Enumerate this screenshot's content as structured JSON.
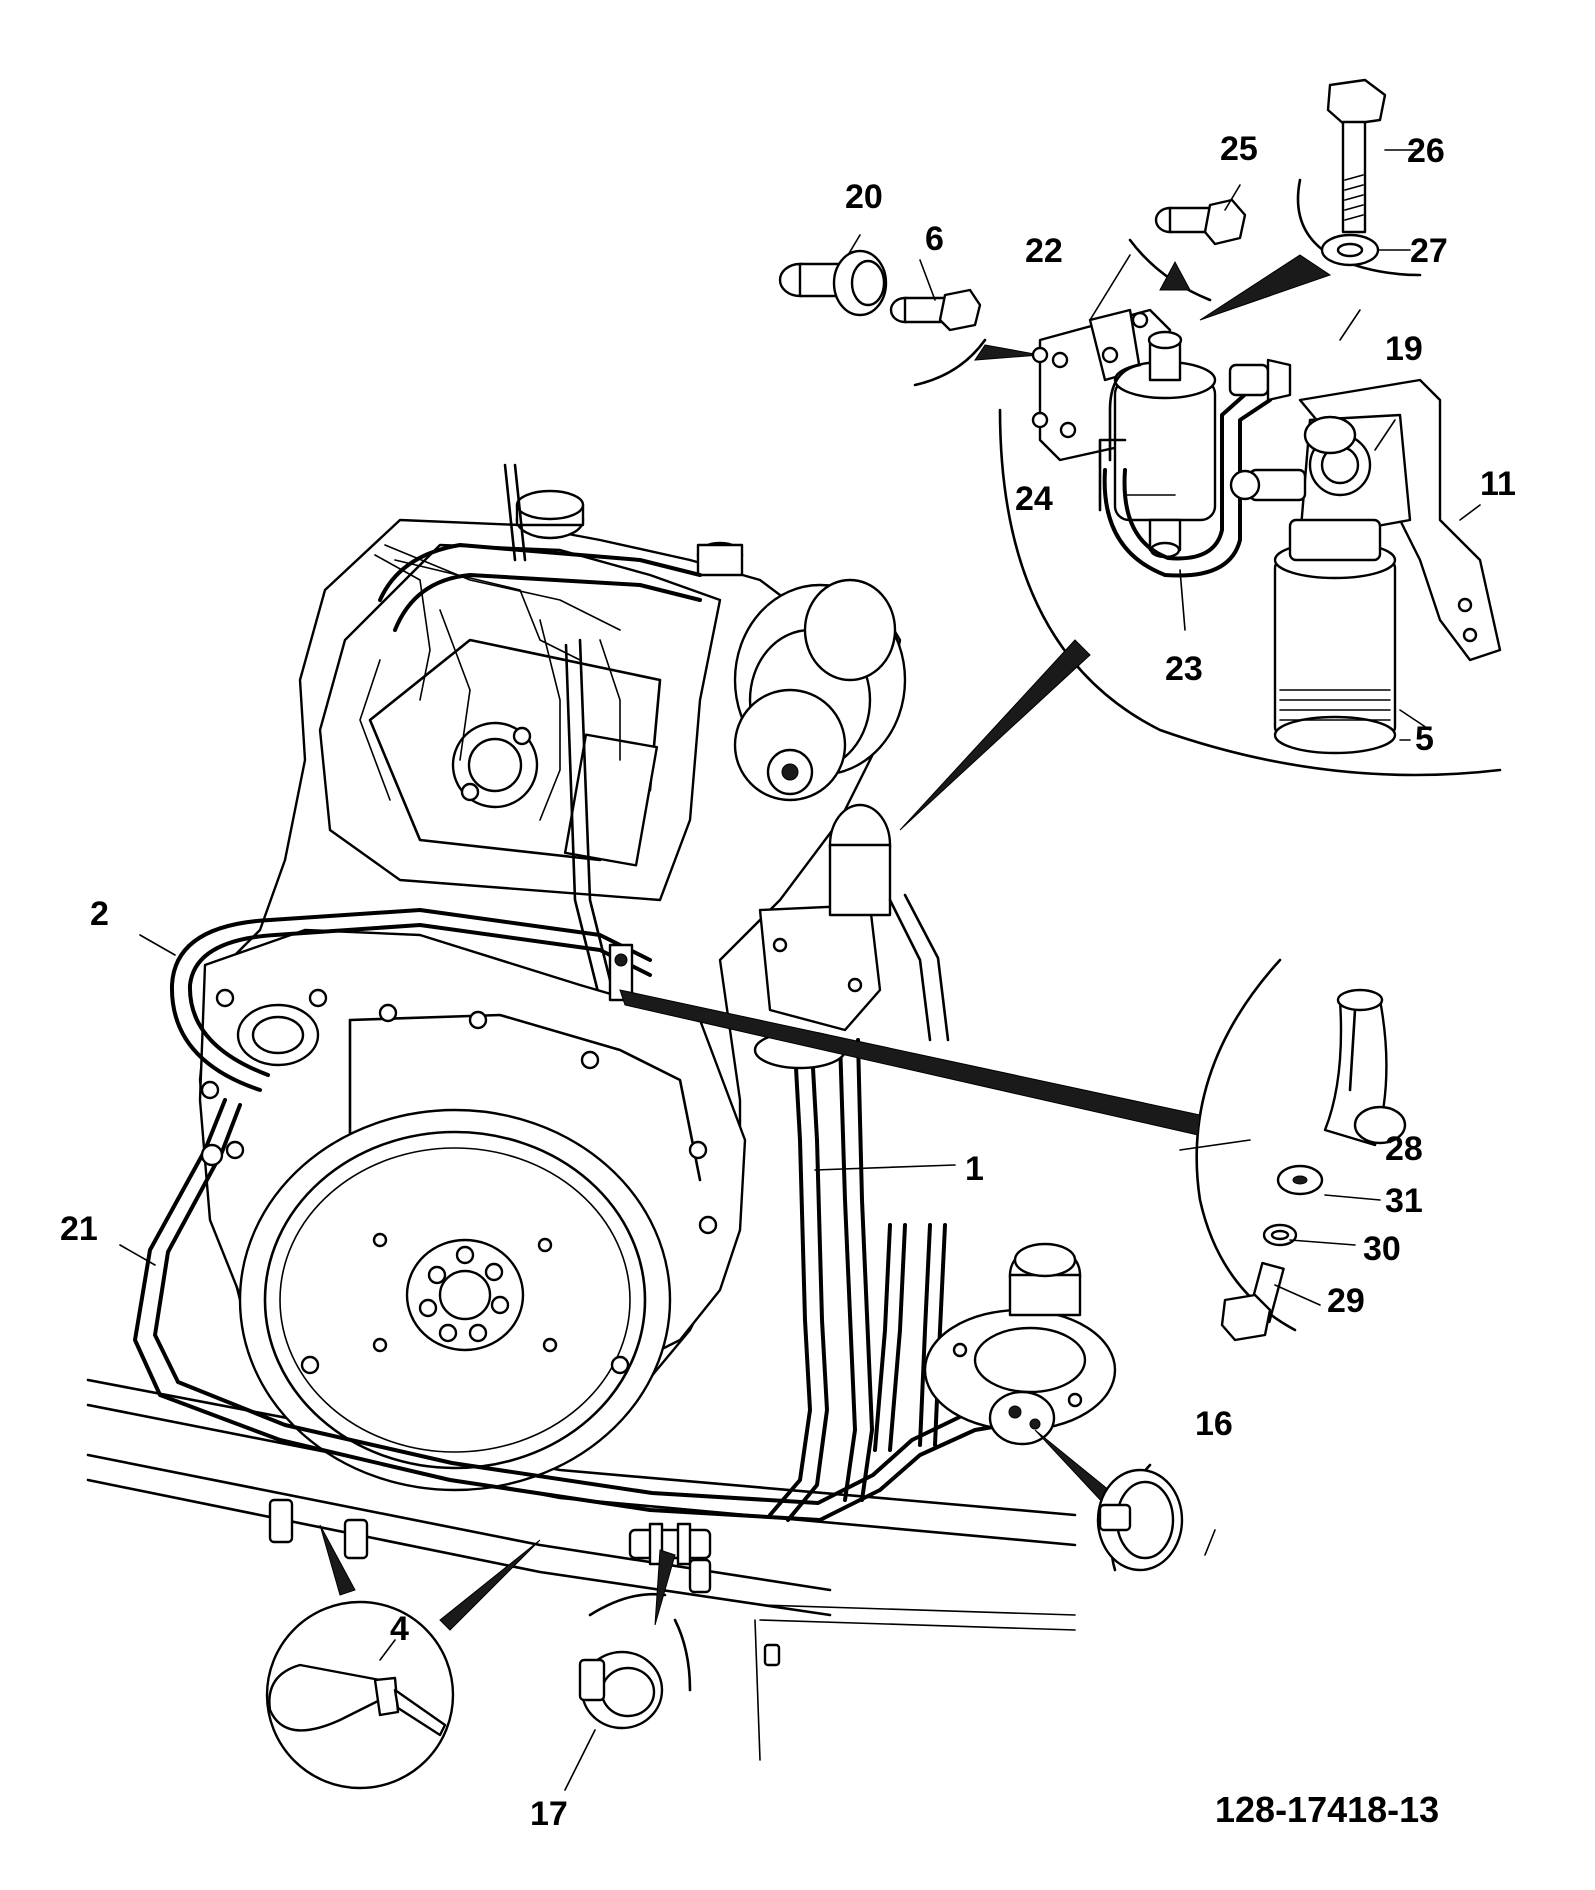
{
  "document_number": "128-17418-13",
  "callouts": {
    "c1": "1",
    "c2": "2",
    "c4": "4",
    "c5": "5",
    "c6": "6",
    "c11": "11",
    "c16": "16",
    "c17": "17",
    "c19": "19",
    "c20": "20",
    "c21": "21",
    "c22": "22",
    "c23": "23",
    "c24": "24",
    "c25": "25",
    "c26": "26",
    "c27": "27",
    "c28": "28",
    "c29": "29",
    "c30": "30",
    "c31": "31"
  }
}
